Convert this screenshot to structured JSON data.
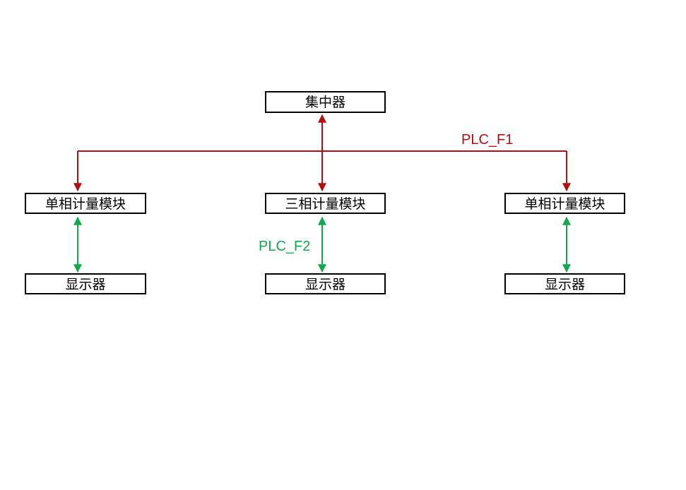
{
  "colors": {
    "plc_f1": "#b01010",
    "plc_f2": "#12a84e",
    "box_border": "#000000"
  },
  "nodes": {
    "concentrator": "集中器",
    "left_meter": "单相计量模块",
    "center_meter": "三相计量模块",
    "right_meter": "单相计量模块",
    "left_display": "显示器",
    "center_display": "显示器",
    "right_display": "显示器"
  },
  "edges": {
    "plc_f1_label": "PLC_F1",
    "plc_f2_label": "PLC_F2"
  }
}
